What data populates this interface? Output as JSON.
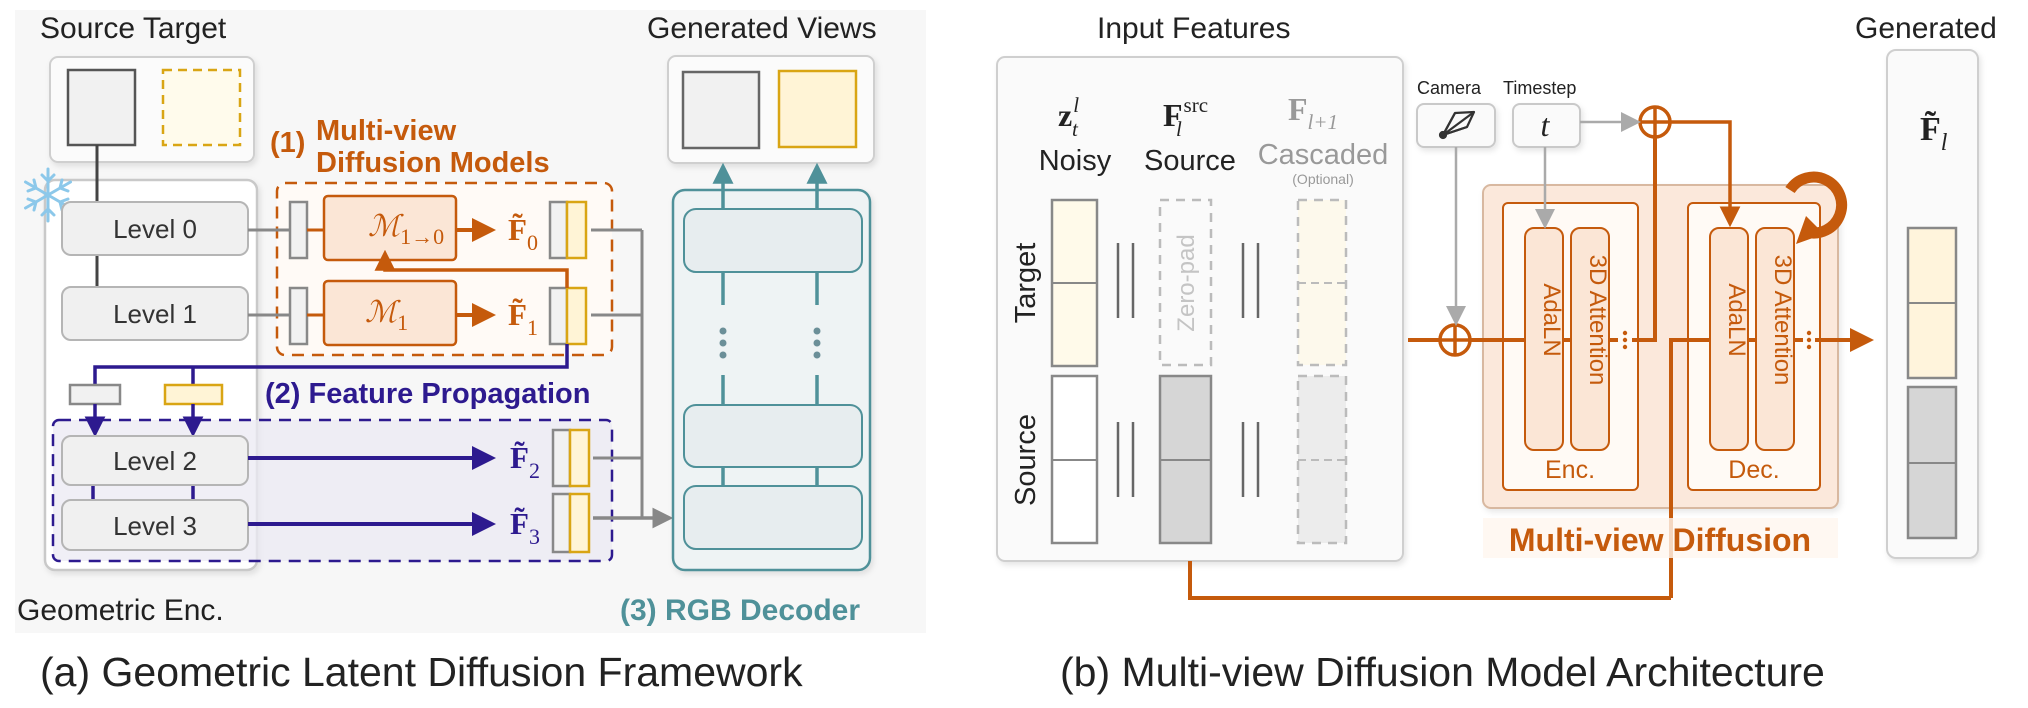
{
  "panel_a": {
    "caption": "(a) Geometric Latent Diffusion Framework",
    "source_target_label": "Source Target",
    "generated_views_label": "Generated Views",
    "geometric_encoder_label": "Geometric Enc.",
    "levels": [
      "Level 0",
      "Level 1",
      "Level 2",
      "Level 3"
    ],
    "stage1": {
      "num": "(1)",
      "line1": "Multi-view",
      "line2": "Diffusion Models"
    },
    "stage2": "(2) Feature Propagation",
    "stage3": "(3) RGB Decoder",
    "models": [
      {
        "base": "ℳ",
        "sub": "1→0"
      },
      {
        "base": "ℳ",
        "sub": "1"
      }
    ],
    "features": [
      {
        "base": "F̃",
        "sub": "0"
      },
      {
        "base": "F̃",
        "sub": "1"
      },
      {
        "base": "F̃",
        "sub": "2"
      },
      {
        "base": "F̃",
        "sub": "3"
      }
    ],
    "decoder_ellipsis": "⋮",
    "frozen_icon": "❄"
  },
  "panel_b": {
    "caption": "(b) Multi-view Diffusion Model Architecture",
    "input_features_label": "Input Features",
    "generated_label": "Generated",
    "columns": [
      {
        "sym_base": "z",
        "sym_sub": "t",
        "sym_sup": "l",
        "name": "Noisy"
      },
      {
        "sym_base": "F",
        "sym_sub": "l",
        "sym_sup": "src",
        "name": "Source"
      },
      {
        "sym_base": "F",
        "sym_sub": "l+1",
        "sym_sup": "",
        "name": "Cascaded",
        "note": "(Optional)"
      }
    ],
    "row_labels": [
      "Target",
      "Source"
    ],
    "zero_pad_label": "Zero-pad",
    "concat_symbol": "||",
    "camera_label": "Camera",
    "timestep_label": "Timestep",
    "timestep_symbol": "t",
    "encoder": {
      "blocks": [
        "AdaLN",
        "3D Attention"
      ],
      "label": "Enc."
    },
    "decoder": {
      "blocks": [
        "AdaLN",
        "3D Attention"
      ],
      "label": "Dec."
    },
    "mvd_label": "Multi-view Diffusion",
    "output_symbol": {
      "base": "F̃",
      "sub": "l"
    }
  },
  "colors": {
    "orange": "#c55a0c",
    "orange_fill": "#fbe6d6",
    "purple": "#2d1a8f",
    "teal": "#4f9199",
    "teal_fill": "#eef3f4",
    "yellow": "#d9a514",
    "yellow_fill": "#fff6dc",
    "gray_line": "#888888",
    "snowflake": "#8cc8ea"
  }
}
